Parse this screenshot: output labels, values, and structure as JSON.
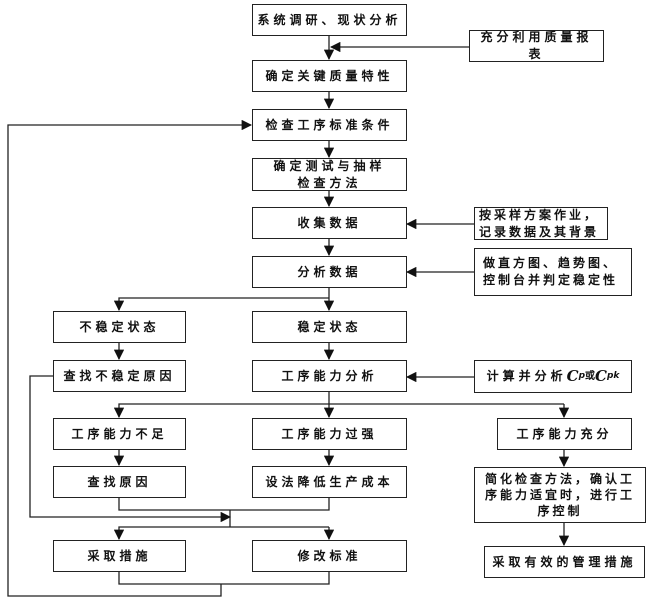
{
  "title": "工序能力调查流程",
  "main_flow": [
    {
      "id": "survey",
      "label": "系统调研、现状分析"
    },
    {
      "id": "key_characteristics",
      "label": "确定关键质量特性"
    },
    {
      "id": "check_standards",
      "label": "检查工序标准条件"
    },
    {
      "id": "test_method",
      "label": "确定测试与抽样\n检查方法",
      "lines": [
        "确定测试与抽样",
        "检查方法"
      ]
    },
    {
      "id": "collect_data",
      "label": "收集数据"
    },
    {
      "id": "analyze_data",
      "label": "分析数据"
    }
  ],
  "side_inputs": [
    {
      "id": "use_reports",
      "label": "充分利用质量报表",
      "target": "key_characteristics"
    },
    {
      "id": "sampling_plan",
      "lines": [
        "按采样方案作业，",
        "记录数据及其背景"
      ],
      "target": "collect_data"
    },
    {
      "id": "charts",
      "lines": [
        "做直方图、趋势图、",
        "控制台并判定稳定性"
      ],
      "target": "analyze_data"
    },
    {
      "id": "calc_cp",
      "label_prefix": "计算并分析",
      "c1": "C",
      "s1": "p",
      "or": "或",
      "c2": "C",
      "s2": "pk",
      "target": "capability_analysis"
    }
  ],
  "branches": {
    "unstable": {
      "state": "不稳定状态",
      "action": "查找不稳定原因"
    },
    "stable": {
      "state": "稳定状态",
      "action": "工序能力分析"
    }
  },
  "capability": {
    "insufficient": {
      "label": "工序能力不足",
      "next": "查找原因"
    },
    "excessive": {
      "label": "工序能力过强",
      "next": "设法降低生产成本"
    },
    "adequate": {
      "label": "工序能力充分",
      "next_lines": [
        "简化检查方法，确认工",
        "序能力适宜时，进行工",
        "序控制"
      ],
      "final": "采取有效的管理措施"
    }
  },
  "outcomes": {
    "take_measures": "采取措施",
    "revise_standards": "修改标准"
  }
}
